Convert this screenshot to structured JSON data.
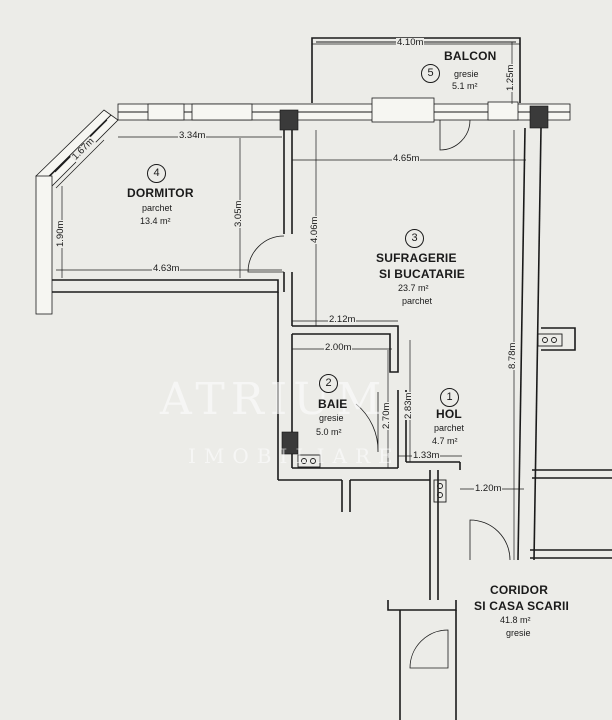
{
  "rooms": {
    "balcon": {
      "number": "5",
      "name": "BALCON",
      "finish": "gresie",
      "area": "5.1  m²"
    },
    "dormitor": {
      "number": "4",
      "name": "DORMITOR",
      "finish": "parchet",
      "area": "13.4  m²"
    },
    "sufragerie": {
      "number": "3",
      "name_line1": "SUFRAGERIE",
      "name_line2": "SI BUCATARIE",
      "area": "23.7  m²",
      "finish": "parchet"
    },
    "baie": {
      "number": "2",
      "name": "BAIE",
      "finish": "gresie",
      "area": "5.0  m²"
    },
    "hol": {
      "number": "1",
      "name": "HOL",
      "finish": "parchet",
      "area": "4.7  m²"
    },
    "coridor": {
      "name_line1": "CORIDOR",
      "name_line2": "SI CASA SCARII",
      "area": "41.8  m²",
      "finish": "gresie"
    }
  },
  "dimensions": {
    "balcon_width": "4.10m",
    "balcon_depth": "1.25m",
    "dormitor_top": "3.34m",
    "dormitor_diag": "1.67m",
    "dormitor_left": "1.90m",
    "dormitor_height": "3.05m",
    "dormitor_bottom": "4.63m",
    "sufragerie_width": "4.65m",
    "sufragerie_height": "4.06m",
    "hol_width": "2.12m",
    "baie_width": "2.00m",
    "baie_height": "2.70m",
    "hol_height": "2.83m",
    "hol_bottom": "1.33m",
    "right_wall": "8.78m",
    "entrance_width": "1.20m"
  },
  "watermark": {
    "line1": "ATRIUM",
    "line2": "IMOBILIARE"
  }
}
